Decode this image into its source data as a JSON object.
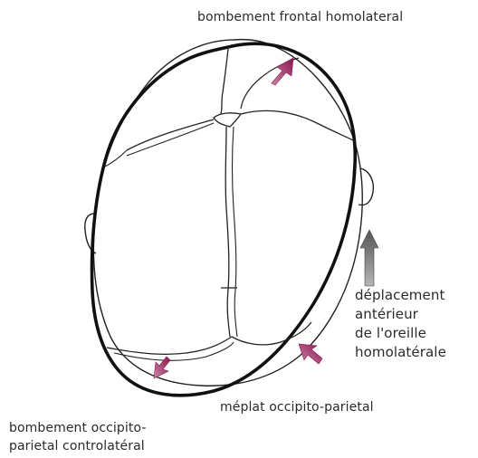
{
  "labels": {
    "frontal_bulge": "bombement frontal homolateral",
    "ear_shift": [
      "déplacement",
      "antérieur",
      "de l'oreille",
      "homolatérale"
    ],
    "flattening": "méplat occipito-parietal",
    "occipital_bulge": [
      "bombement occipito-",
      "parietal controlatéral"
    ]
  },
  "colors": {
    "stroke": "#111111",
    "arrow_magenta": "#9b1f5c",
    "arrow_gray": "#6b6b6b"
  }
}
